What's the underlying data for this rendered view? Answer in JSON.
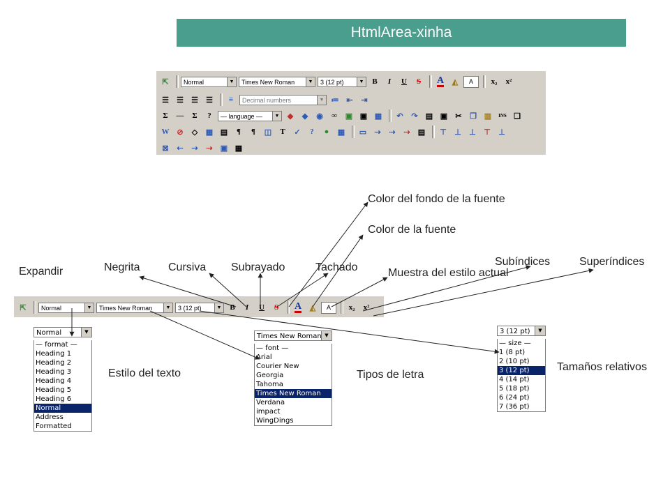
{
  "title": "HtmlArea-xinha",
  "toolbar": {
    "style_select": "Normal",
    "font_select": "Times New Roman",
    "size_select": "3 (12 pt)",
    "bold": "B",
    "italic": "I",
    "underline": "U",
    "strike": "S",
    "font_color": "A",
    "sample": "A",
    "list_select": "Decimal numbers",
    "language_select": "— language —"
  },
  "labels": {
    "expand": "Expandir",
    "bold": "Negrita",
    "italic": "Cursiva",
    "underline": "Subrayado",
    "strike": "Tachado",
    "bg_color": "Color del fondo de la fuente",
    "font_color": "Color de la fuente",
    "sample": "Muestra del estilo actual",
    "subscript": "Subíndices",
    "superscript": "Superíndices",
    "text_style": "Estilo del texto",
    "font_types": "Tipos de letra",
    "relative_sizes": "Tamaños relativos"
  },
  "format_list": {
    "head": "Normal",
    "options": [
      "— format —",
      "Heading 1",
      "Heading 2",
      "Heading 3",
      "Heading 4",
      "Heading 5",
      "Heading 6",
      "Normal",
      "Address",
      "Formatted"
    ],
    "selected": "Normal"
  },
  "font_list": {
    "head": "Times New Roman",
    "options": [
      "— font —",
      "Arial",
      "Courier New",
      "Georgia",
      "Tahoma",
      "Times New Roman",
      "Verdana",
      "impact",
      "WingDings"
    ],
    "selected": "Times New Roman"
  },
  "size_list": {
    "head": "3 (12 pt)",
    "options": [
      "— size —",
      "1 (8 pt)",
      "2 (10 pt)",
      "3 (12 pt)",
      "4 (14 pt)",
      "5 (18 pt)",
      "6 (24 pt)",
      "7 (36 pt)"
    ],
    "selected": "3 (12 pt)"
  },
  "colors": {
    "title_bg": "#4a9e8e",
    "toolbar_bg": "#d4d0c8",
    "highlight": "#0a246a"
  }
}
